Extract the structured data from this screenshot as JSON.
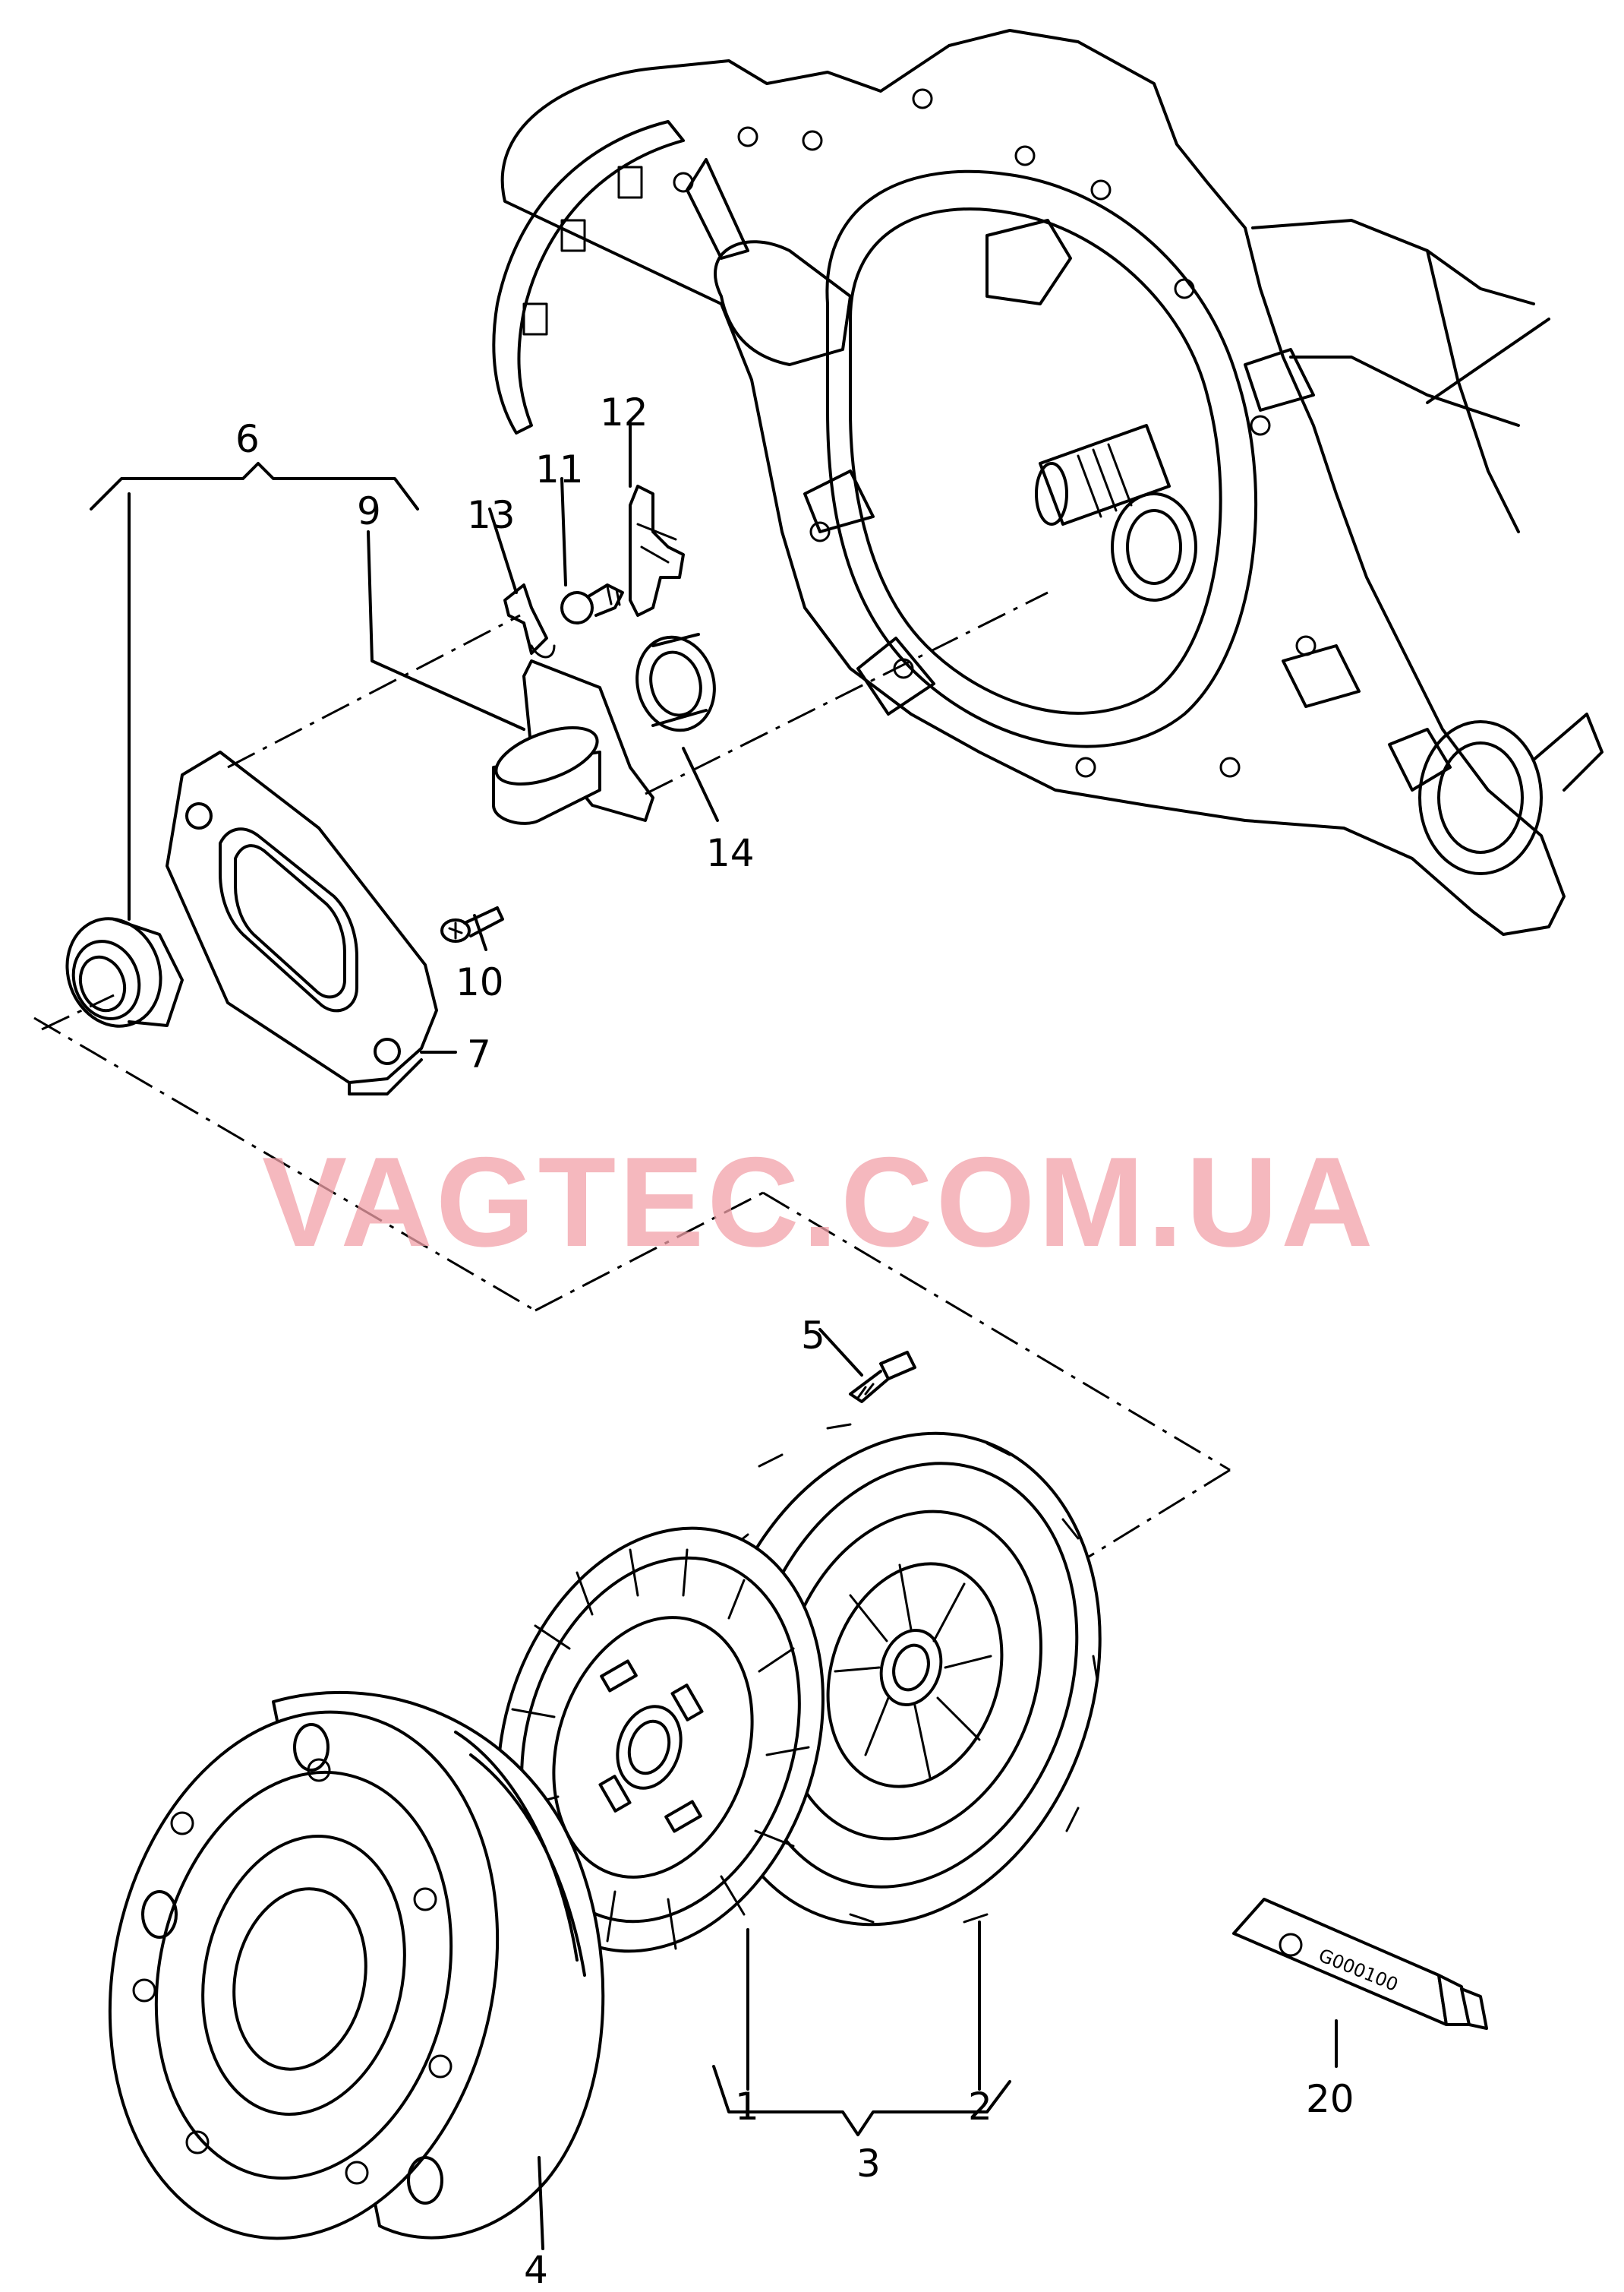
{
  "watermark": "VAGTEC.COM.UA",
  "callouts": {
    "c1": "1",
    "c2": "2",
    "c3": "3",
    "c4": "4",
    "c5": "5",
    "c6": "6",
    "c7": "7",
    "c9": "9",
    "c10": "10",
    "c11": "11",
    "c12": "12",
    "c13": "13",
    "c14": "14",
    "c20": "20"
  },
  "tube_label": "G000100"
}
